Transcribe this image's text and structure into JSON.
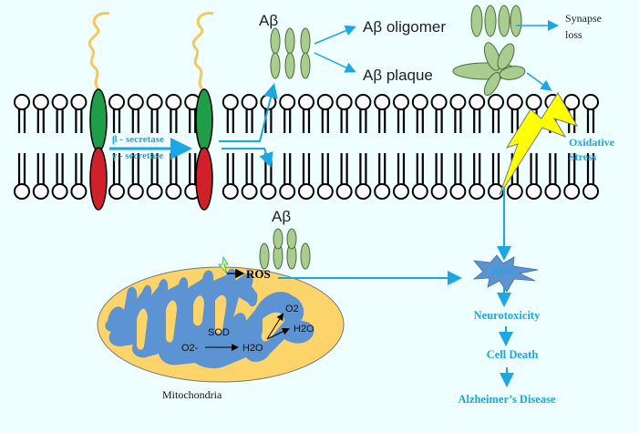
{
  "labels": {
    "abeta_top": "Aβ",
    "abeta_oligomer": "Aβ oligomer",
    "abeta_plaque": "Aβ plaque",
    "synapse_loss_1": "Synapse",
    "synapse_loss_2": "loss",
    "beta_secretase": "β - secretase",
    "gamma_secretase": "γ - secretase",
    "oxidative_stress_1": "Oxidative",
    "oxidative_stress_2": "Stress",
    "abeta_lower": "Aβ",
    "ros_mito": "ROS",
    "ros_star": "ROS",
    "sod": "SOD",
    "o2_minus": "O2-",
    "h2o_1": "H2O",
    "o2": "O2",
    "h2o_2": "H2O",
    "mitochondria": "Mitochondria",
    "neurotoxicity": "Neurotoxicity",
    "cell_death": "Cell Death",
    "alzheimers": "Alzheimer’s Disease"
  },
  "colors": {
    "background": "#effefe",
    "arrow": "#1aa7e6",
    "abeta_fill": "#a9cc8f",
    "secretase_green": "#1e9e48",
    "secretase_red": "#d0202a",
    "mito_outer": "#fdd469",
    "mito_inner": "#5b93d3",
    "lightning": "#ffff00",
    "ros_star": "#5b93d3"
  }
}
